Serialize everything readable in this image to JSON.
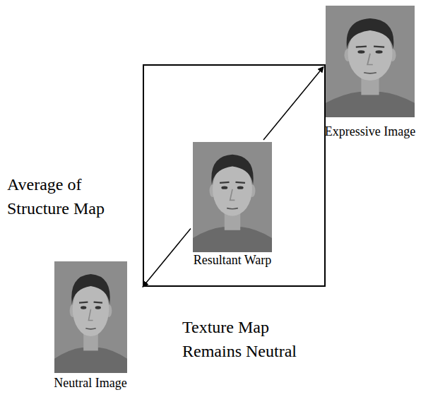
{
  "diagram": {
    "nodes": [
      {
        "text": [
          "Expressive Image"
        ]
      },
      {
        "text": [
          "Resultant Warp"
        ]
      },
      {
        "text": [
          "Neutral Image"
        ]
      }
    ],
    "edges": [
      {
        "from": 1,
        "to": 0,
        "arrow": "to"
      },
      {
        "from": 1,
        "to": 2,
        "arrow": "to"
      }
    ],
    "labels": [
      "Average of Structure Map",
      "Texture Map Remains Neutral"
    ]
  }
}
